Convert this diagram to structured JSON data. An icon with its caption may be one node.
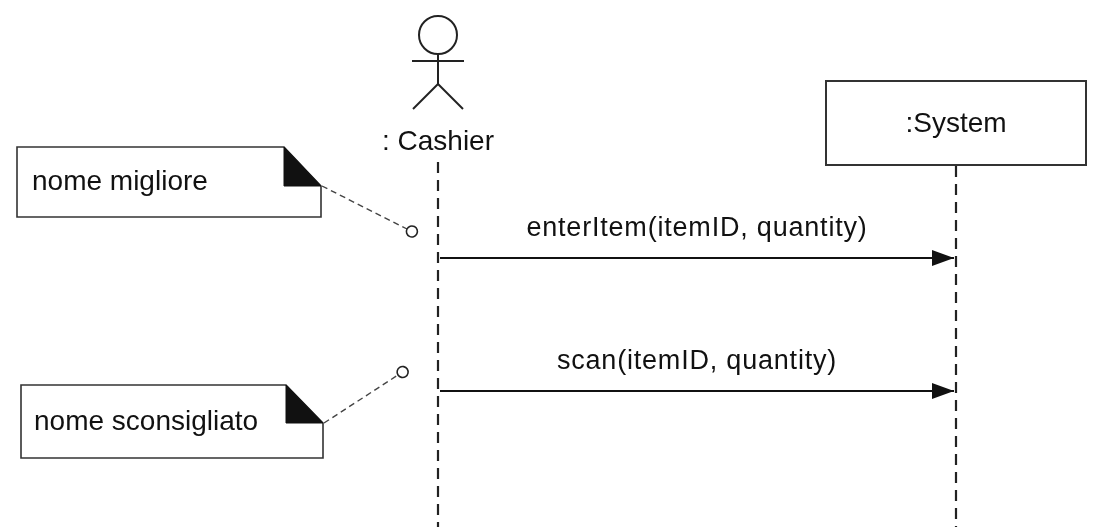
{
  "diagram": {
    "nodes": [
      {
        "text": [
          ": Cashier"
        ]
      },
      {
        "text": [
          ":System"
        ]
      },
      {
        "text": [
          "nome migliore"
        ]
      },
      {
        "text": [],
        "shape": "line"
      },
      {
        "text": [],
        "shape": "line"
      },
      {
        "text": [
          "nome sconsigliato"
        ]
      }
    ],
    "edges": [
      {
        "from": 2,
        "to": null,
        "arrow": "other",
        "style": "dashed"
      },
      {
        "from": 3,
        "to": 4,
        "arrow": "to",
        "label": "enterItem(itemID, quantity)"
      },
      {
        "from": 5,
        "to": null,
        "arrow": "other",
        "style": "dashed"
      },
      {
        "from": 3,
        "to": 4,
        "arrow": "to",
        "label": "scan(itemID, quantity)"
      }
    ]
  }
}
